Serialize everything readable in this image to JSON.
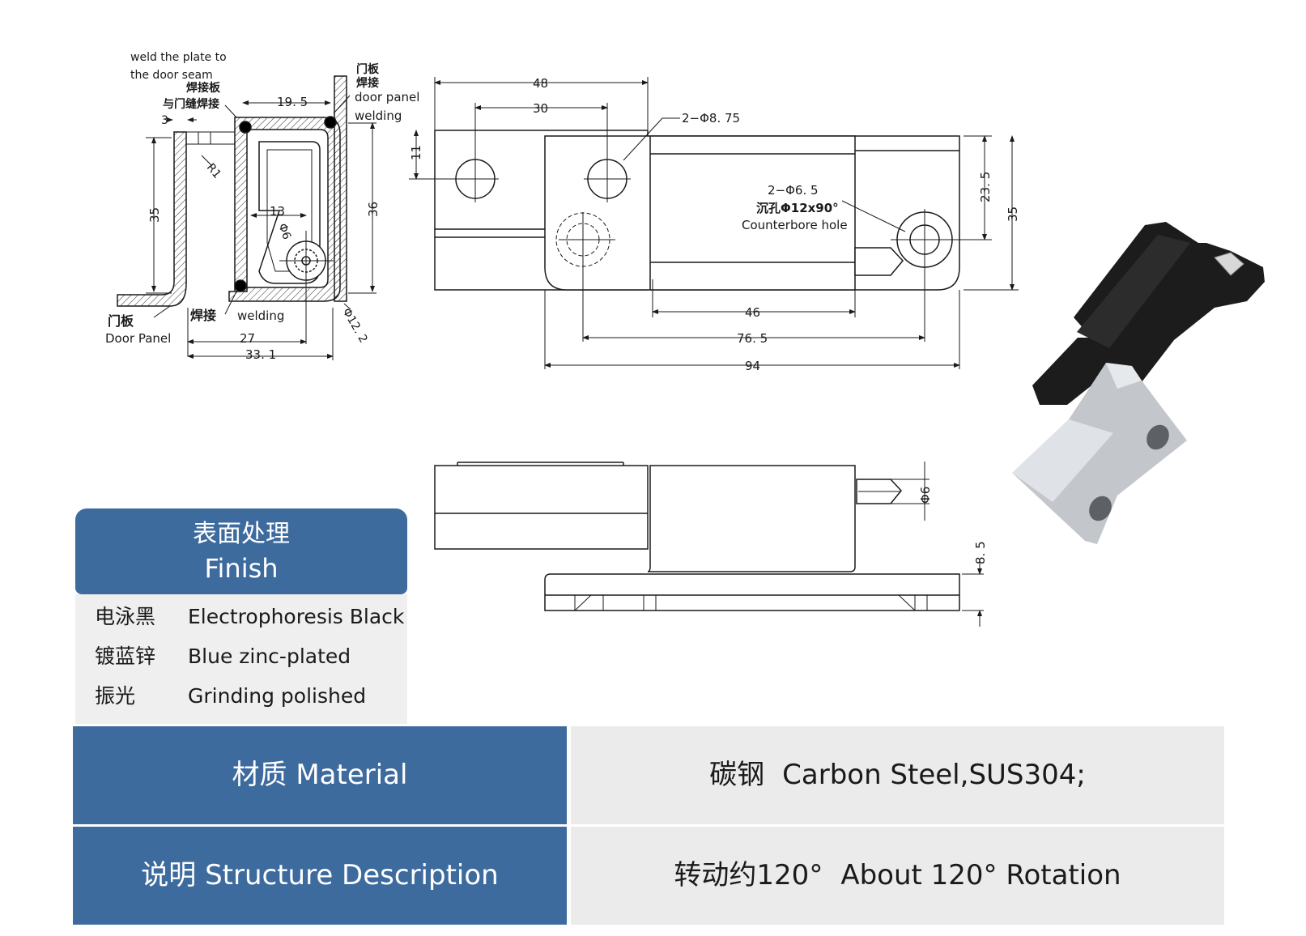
{
  "section_view": {
    "note_weld_plate_line1": "weld the plate to",
    "note_weld_plate_line2": "the door seam",
    "note_weld_plate_cn1": "焊接板",
    "note_weld_plate_cn2": "与门缝焊接",
    "note_door_panel_cn1": "门板",
    "note_door_panel_cn2": "焊接",
    "note_door_panel_en1": "door panel",
    "note_door_panel_en2": "welding",
    "dim_3": "3",
    "dim_19_5": "19. 5",
    "dim_r1": "R1",
    "dim_35": "35",
    "dim_13": "13",
    "dim_phi6": "Φ6",
    "dim_36": "36",
    "dim_phi12_2": "Φ12. 2",
    "label_door_panel_cn": "门板",
    "label_door_panel_en": "Door Panel",
    "label_weld_cn": "焊接",
    "label_weld_en": "welding",
    "dim_27": "27",
    "dim_33_1": "33. 1"
  },
  "top_view": {
    "dim_48": "48",
    "dim_30": "30",
    "dim_2_phi8_75": "2−Φ8. 75",
    "dim_11": "11",
    "dim_2_phi6_5": "2−Φ6. 5",
    "counterbore_cn": "沉孔Φ12x90°",
    "counterbore_en": "Counterbore hole",
    "dim_23_5": "23. 5",
    "dim_35": "35",
    "dim_46": "46",
    "dim_76_5": "76. 5",
    "dim_94": "94"
  },
  "side_view": {
    "dim_phi6": "Φ6",
    "dim_8_5": "8. 5"
  },
  "finish": {
    "title_cn": "表面处理",
    "title_en": "Finish",
    "rows": [
      {
        "cn": "电泳黑",
        "en": "Electrophoresis Black"
      },
      {
        "cn": "镀蓝锌",
        "en": "Blue zinc-plated"
      },
      {
        "cn": "振光",
        "en": "Grinding polished"
      }
    ]
  },
  "specs": [
    {
      "label": "材质 Material",
      "value_cn": "碳钢",
      "value_en": "Carbon Steel,SUS304;"
    },
    {
      "label": "说明 Structure Description",
      "value_cn": "转动约120°",
      "value_en": "About 120° Rotation"
    }
  ],
  "colors": {
    "header_blue": "#3d6b9e",
    "cell_gray": "#ebebeb",
    "finish_gray": "#efefef",
    "line": "#1a1a1a"
  }
}
